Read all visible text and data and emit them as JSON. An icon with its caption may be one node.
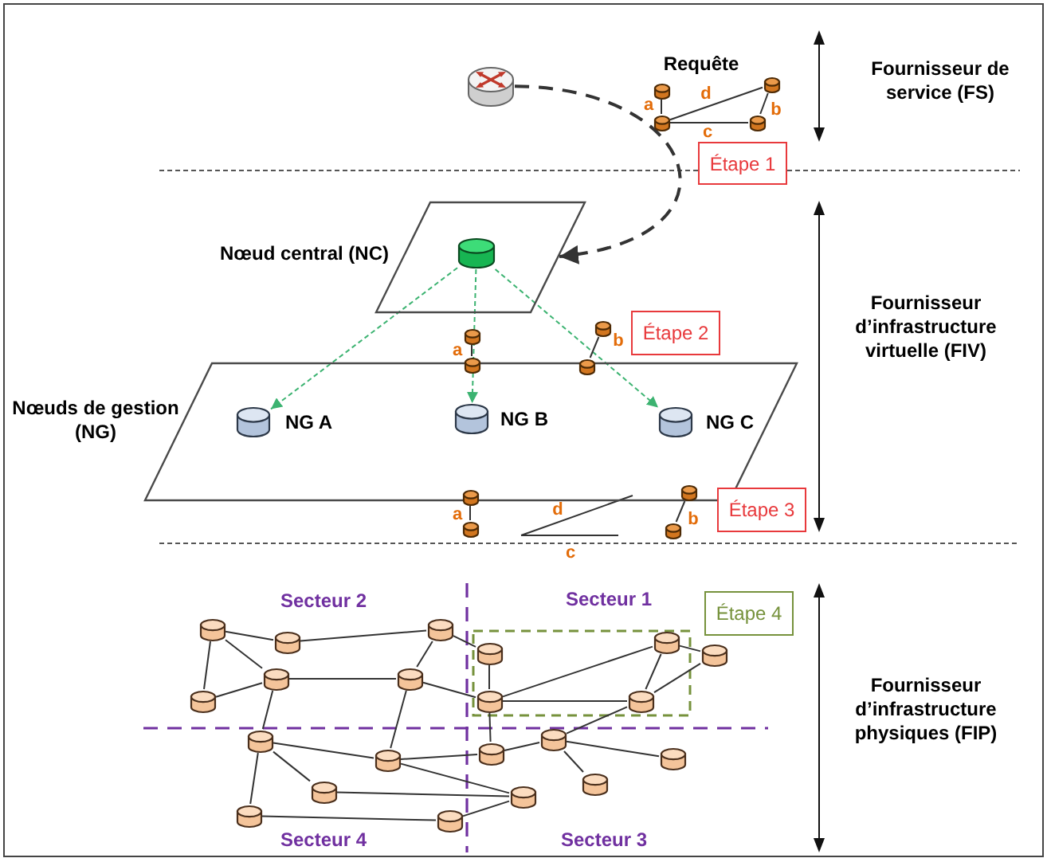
{
  "diagram": {
    "nodes": [
      {
        "text": [],
        "shape": "picture"
      },
      {
        "text": [],
        "shape": "cylinder"
      },
      {
        "text": [],
        "shape": "cylinder"
      },
      {
        "text": [],
        "shape": "cylinder"
      },
      {
        "text": [],
        "shape": "cylinder"
      },
      {
        "text": [
          "Étape 1"
        ]
      },
      {
        "text": [],
        "shape": "parallelogram",
        "beside": [
          "Nœud central (NC)"
        ]
      },
      {
        "text": [],
        "shape": "cylinder",
        "in": 6
      },
      {
        "text": [],
        "shape": "cylinder"
      },
      {
        "text": [],
        "shape": "cylinder"
      },
      {
        "text": [
          "Étape 2"
        ]
      },
      {
        "text": [],
        "shape": "parallelogram",
        "beside": [
          "Nœuds de gestion (NG)"
        ]
      },
      {
        "text": [],
        "shape": "cylinder",
        "in": 11
      },
      {
        "text": [],
        "shape": "cylinder",
        "in": 11
      },
      {
        "text": [],
        "shape": "cylinder",
        "in": 11,
        "beside": [
          "NG A"
        ]
      },
      {
        "text": [],
        "shape": "cylinder",
        "in": 11,
        "beside": [
          "NG B"
        ]
      },
      {
        "text": [],
        "shape": "cylinder",
        "in": 11,
        "beside": [
          "NG C"
        ]
      },
      {
        "text": [],
        "shape": "cylinder"
      },
      {
        "text": [],
        "shape": "cylinder",
        "in": 11
      },
      {
        "text": [
          "Étape 3"
        ]
      },
      {
        "text": [],
        "shape": "cylinder"
      },
      {
        "text": [],
        "shape": "cylinder"
      },
      {
        "text": [
          "Étape 4"
        ]
      },
      {
        "text": [],
        "shape": "cylinder"
      },
      {
        "text": [],
        "shape": "cylinder"
      },
      {
        "text": [],
        "shape": "cylinder"
      },
      {
        "text": [],
        "shape": "cylinder"
      },
      {
        "text": [],
        "shape": "cylinder"
      },
      {
        "text": [],
        "shape": "cylinder"
      },
      {
        "text": [],
        "shape": "cylinder"
      },
      {
        "text": [],
        "shape": "cylinder"
      },
      {
        "text": [],
        "shape": "cylinder"
      },
      {
        "text": [],
        "shape": "cylinder"
      },
      {
        "text": [],
        "shape": "cylinder"
      },
      {
        "text": [],
        "shape": "cylinder"
      },
      {
        "text": [],
        "shape": "cylinder"
      },
      {
        "text": [],
        "shape": "cylinder"
      },
      {
        "text": [],
        "shape": "cylinder"
      },
      {
        "text": [],
        "shape": "cylinder"
      },
      {
        "text": [],
        "shape": "cylinder"
      },
      {
        "text": [],
        "shape": "cylinder"
      },
      {
        "text": [],
        "shape": "cylinder"
      },
      {
        "text": [],
        "shape": "cylinder"
      },
      {
        "text": [],
        "shape": "cylinder"
      }
    ],
    "edges": [
      {
        "from": 0,
        "to": 6,
        "arrow": "to",
        "style": "dashed"
      },
      {
        "from": 1,
        "to": 3,
        "arrow": "none",
        "label": "a"
      },
      {
        "from": 3,
        "to": 2,
        "arrow": "none",
        "label": "d"
      },
      {
        "from": 3,
        "to": 4,
        "arrow": "none",
        "label": "c"
      },
      {
        "from": 4,
        "to": 2,
        "arrow": "none",
        "label": "b"
      },
      {
        "from": 7,
        "to": 14,
        "arrow": "to",
        "style": "dashed",
        "color": "#3cb371"
      },
      {
        "from": 7,
        "to": 15,
        "arrow": "to",
        "style": "dashed",
        "color": "#3cb371"
      },
      {
        "from": 7,
        "to": 16,
        "arrow": "to",
        "style": "dashed",
        "color": "#3cb371"
      },
      {
        "from": 8,
        "to": 12,
        "arrow": "none",
        "label": "a"
      },
      {
        "from": 9,
        "to": 13,
        "arrow": "none",
        "label": "b"
      },
      {
        "from": 17,
        "to": 20,
        "arrow": "none",
        "label": "a"
      },
      {
        "from": 18,
        "to": 21,
        "arrow": "none",
        "label": "b"
      },
      {
        "from": 23,
        "to": 24,
        "arrow": "none"
      },
      {
        "from": 23,
        "to": 29,
        "arrow": "none"
      },
      {
        "from": 23,
        "to": 30,
        "arrow": "none"
      },
      {
        "from": 24,
        "to": 25,
        "arrow": "none"
      },
      {
        "from": 25,
        "to": 26,
        "arrow": "none"
      },
      {
        "from": 25,
        "to": 31,
        "arrow": "none"
      },
      {
        "from": 29,
        "to": 30,
        "arrow": "none"
      },
      {
        "from": 30,
        "to": 31,
        "arrow": "none"
      },
      {
        "from": 30,
        "to": 34,
        "arrow": "none"
      },
      {
        "from": 31,
        "to": 32,
        "arrow": "none"
      },
      {
        "from": 31,
        "to": 35,
        "arrow": "none"
      },
      {
        "from": 26,
        "to": 32,
        "arrow": "none"
      },
      {
        "from": 32,
        "to": 27,
        "arrow": "none"
      },
      {
        "from": 32,
        "to": 33,
        "arrow": "none"
      },
      {
        "from": 27,
        "to": 28,
        "arrow": "none"
      },
      {
        "from": 27,
        "to": 33,
        "arrow": "none"
      },
      {
        "from": 28,
        "to": 33,
        "arrow": "none"
      },
      {
        "from": 33,
        "to": 37,
        "arrow": "none"
      },
      {
        "from": 32,
        "to": 36,
        "arrow": "none"
      },
      {
        "from": 36,
        "to": 37,
        "arrow": "none"
      },
      {
        "from": 37,
        "to": 38,
        "arrow": "none"
      },
      {
        "from": 37,
        "to": 39,
        "arrow": "none"
      },
      {
        "from": 34,
        "to": 35,
        "arrow": "none"
      },
      {
        "from": 34,
        "to": 40,
        "arrow": "none"
      },
      {
        "from": 34,
        "to": 42,
        "arrow": "none"
      },
      {
        "from": 35,
        "to": 36,
        "arrow": "none"
      },
      {
        "from": 35,
        "to": 41,
        "arrow": "none"
      },
      {
        "from": 40,
        "to": 41,
        "arrow": "none"
      },
      {
        "from": 42,
        "to": 43,
        "arrow": "none"
      },
      {
        "from": 43,
        "to": 41,
        "arrow": "none"
      }
    ],
    "labels": [
      "Requête",
      "Fournisseur de service (FS)",
      "Fournisseur d’infrastructure virtuelle (FIV)",
      "d",
      "c",
      "Secteur 2",
      "Secteur 1",
      "Fournisseur d’infrastructure physiques (FIP)",
      "Secteur 4",
      "Secteur 3"
    ]
  }
}
